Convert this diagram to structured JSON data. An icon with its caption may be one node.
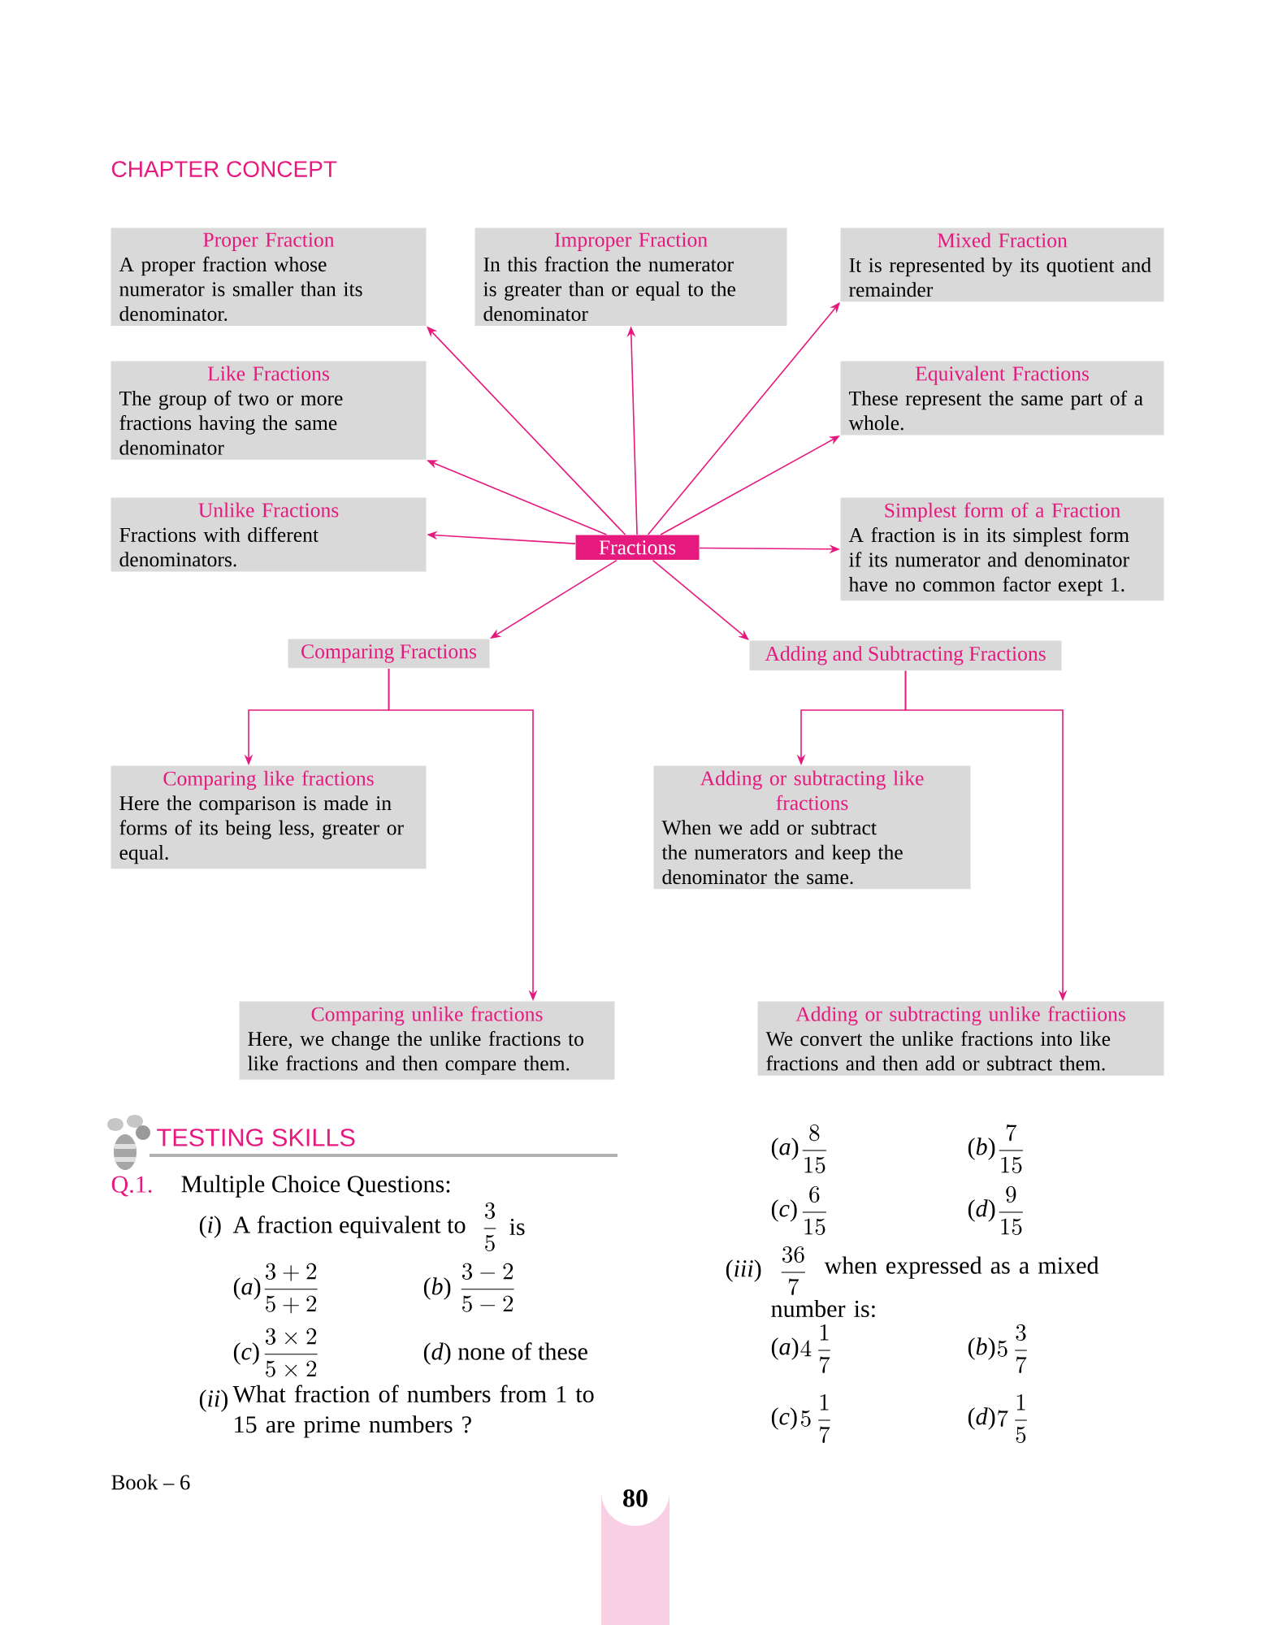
{
  "diagram": {
    "title": "CHAPTER CONCEPT",
    "nodes": [
      {
        "text": [
          "Proper Fraction",
          "A proper fraction whose numerator is smaller than its denominator."
        ]
      },
      {
        "text": [
          "Improper Fraction",
          "In this fraction the numerator is greater than or equal to the denominator"
        ]
      },
      {
        "text": [
          "Mixed Fraction",
          "It is represented by its quotient and remainder"
        ]
      },
      {
        "text": [
          "Like Fractions",
          "The group of two or more fractions having the same denominator"
        ]
      },
      {
        "text": [
          "Equivalent Fractions",
          "These represent the same part of a whole."
        ]
      },
      {
        "text": [
          "Unlike Fractions",
          "Fractions with different denominators."
        ]
      },
      {
        "text": [
          "Fractions"
        ]
      },
      {
        "text": [
          "Simplest form of a Fraction",
          "A fraction is in its simplest form if its numerator and denominator have no common factor exept 1."
        ]
      },
      {
        "text": [
          "Comparing Fractions"
        ]
      },
      {
        "text": [
          "Adding and Subtracting Fractions"
        ]
      },
      {
        "text": [
          "Comparing like fractions",
          "Here the comparison is made in forms of its being less, greater or equal."
        ]
      },
      {
        "text": [
          "Adding or subtracting like fractions",
          "When we add or subtract the numerators and keep the denominator the same."
        ]
      },
      {
        "text": [
          "Comparing unlike fractions",
          "Here, we change the unlike fractions to like fractions and then compare them."
        ]
      },
      {
        "text": [
          "Adding or subtracting unlike fractiions",
          "We convert the unlike fractions into like fractions and then add or subtract them."
        ]
      }
    ],
    "edges": [
      {
        "from": 6,
        "to": 0,
        "arrow": "to"
      },
      {
        "from": 6,
        "to": 1,
        "arrow": "to"
      },
      {
        "from": 6,
        "to": 2,
        "arrow": "to"
      },
      {
        "from": 6,
        "to": 3,
        "arrow": "to"
      },
      {
        "from": 6,
        "to": 4,
        "arrow": "to"
      },
      {
        "from": 6,
        "to": 5,
        "arrow": "to"
      },
      {
        "from": 6,
        "to": 7,
        "arrow": "to"
      },
      {
        "from": 6,
        "to": 8,
        "arrow": "to"
      },
      {
        "from": 6,
        "to": 9,
        "arrow": "to"
      },
      {
        "from": 8,
        "to": 10,
        "arrow": "to"
      },
      {
        "from": 8,
        "to": 12,
        "arrow": "to"
      },
      {
        "from": 9,
        "to": 11,
        "arrow": "to"
      },
      {
        "from": 9,
        "to": 13,
        "arrow": "to"
      }
    ],
    "labels": [
      "TESTING SKILLS",
      "Q.1.",
      "Multiple Choice Questions:",
      "(*i*)",
      "A fraction equivalent to",
      "\\frac{3}{5}",
      "is",
      "(*a*)",
      "\\frac{3+2}{5+2}",
      "(*b*)",
      "\\frac{3-2}{5-2}",
      "(*c*)",
      "\\frac{3\\times 2}{5\\times 2}",
      "(*d*) none of these",
      "(*ii*)",
      "What fraction of numbers from 1 to 15 are prime numbers ?",
      "(*a*)",
      "\\frac{8}{15}",
      "(*b*)",
      "\\frac{7}{15}",
      "(*c*)",
      "\\frac{6}{15}",
      "(*d*)",
      "\\frac{9}{15}",
      "(*iii*)",
      "\\frac{36}{7}",
      "when expressed as a mixed number is:",
      "(*a*)",
      "4\\,\\frac{1}{7}",
      "(*b*)",
      "5\\,\\frac{3}{7}",
      "(*c*)",
      "5\\,\\frac{1}{7}",
      "(*d*)",
      "7\\,\\frac{1}{5}",
      "Book – 6",
      "80"
    ]
  }
}
